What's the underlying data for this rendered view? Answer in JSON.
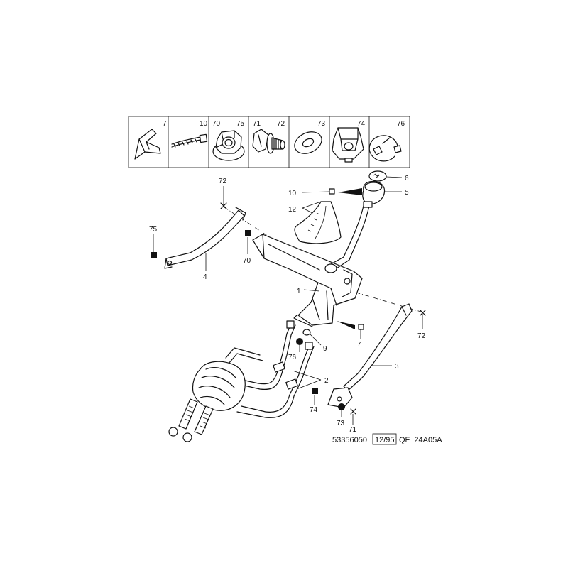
{
  "kit": {
    "cells": [
      {
        "labels": [
          "7"
        ],
        "icon": "clip-icon"
      },
      {
        "labels": [
          "10"
        ],
        "icon": "cable-tie-icon"
      },
      {
        "labels": [
          "70",
          "75"
        ],
        "icon": "flange-nut-icon"
      },
      {
        "labels": [
          "71",
          "72"
        ],
        "icon": "flange-bolt-icon"
      },
      {
        "labels": [
          "73"
        ],
        "icon": "washer-icon"
      },
      {
        "labels": [
          "74"
        ],
        "icon": "cage-nut-icon"
      },
      {
        "labels": [
          "76"
        ],
        "icon": "circlip-icon"
      }
    ]
  },
  "callouts": {
    "c1": "1",
    "c2": "2",
    "c3": "3",
    "c4": "4",
    "c5": "5",
    "c6": "6",
    "c7": "7",
    "c9": "9",
    "c10": "10",
    "c12": "12",
    "c70": "70",
    "c71": "71",
    "c72a": "72",
    "c72b": "72",
    "c73": "73",
    "c74": "74",
    "c75": "75",
    "c76": "76"
  },
  "footer": {
    "part_no": "53356050",
    "date": "12/95",
    "ref": "QF  24A05A"
  }
}
